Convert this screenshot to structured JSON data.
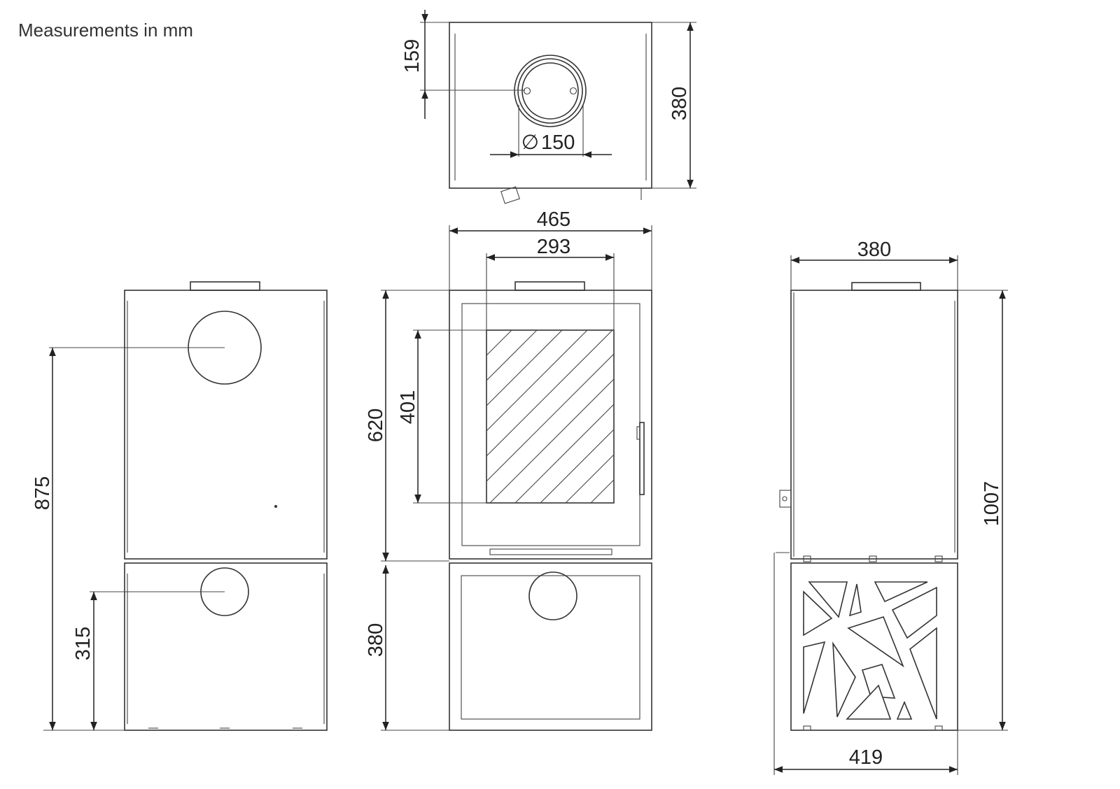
{
  "caption": "Measurements in mm",
  "top_view": {
    "depth_flue_center": "159",
    "depth": "380",
    "flue_diameter_symbol": "∅",
    "flue_diameter": "150"
  },
  "side_view_left": {
    "rear_flue_upper_height": "875",
    "rear_flue_lower_height": "315"
  },
  "front_view": {
    "width": "465",
    "glass_width": "293",
    "firebox_height": "620",
    "glass_height": "401",
    "base_height": "380"
  },
  "side_view_right": {
    "depth_top": "380",
    "total_height": "1007",
    "base_depth": "419"
  },
  "colors": {
    "line": "#333333",
    "background": "#ffffff"
  }
}
